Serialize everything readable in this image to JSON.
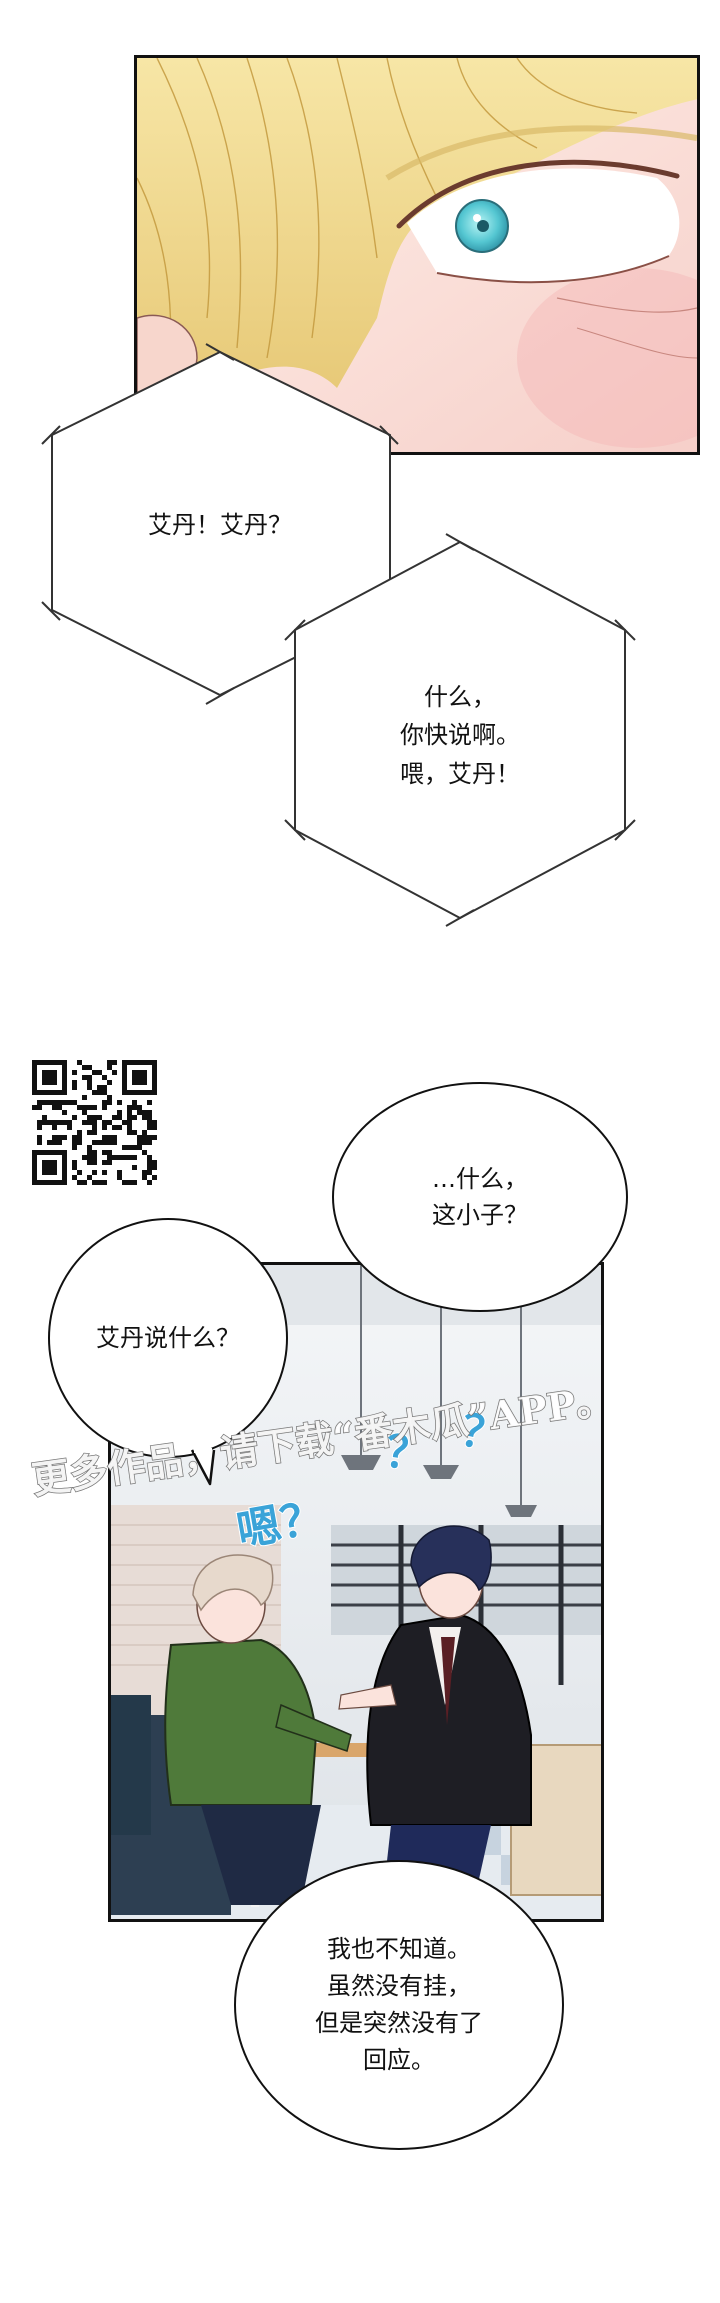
{
  "dialogue": {
    "hex1": "艾丹！艾丹？",
    "hex2": "什么，\n你快说啊。\n喂，艾丹！",
    "bubble_top": "…什么，\n这小子？",
    "bubble_left": "艾丹说什么？",
    "bubble_bottom": "我也不知道。\n虽然没有挂，\n但是突然没有了\n回应。"
  },
  "sfx": {
    "hmm": "嗯？",
    "q1": "？",
    "q2": "？"
  },
  "watermark": {
    "text": "更多作品，请下载“番木瓜”APP。"
  },
  "colors": {
    "hair_blond": "#f2d98c",
    "eye_teal": "#5fd0d6",
    "skin": "#fbe3dc",
    "jacket_green": "#4f7a3a",
    "jacket_dark": "#1e1e24",
    "hair_navy": "#27305a",
    "cafe_bg": "#e9ecef",
    "accent_blue": "#3aa3d8"
  },
  "icons": {
    "qr": "qr-code-icon"
  }
}
